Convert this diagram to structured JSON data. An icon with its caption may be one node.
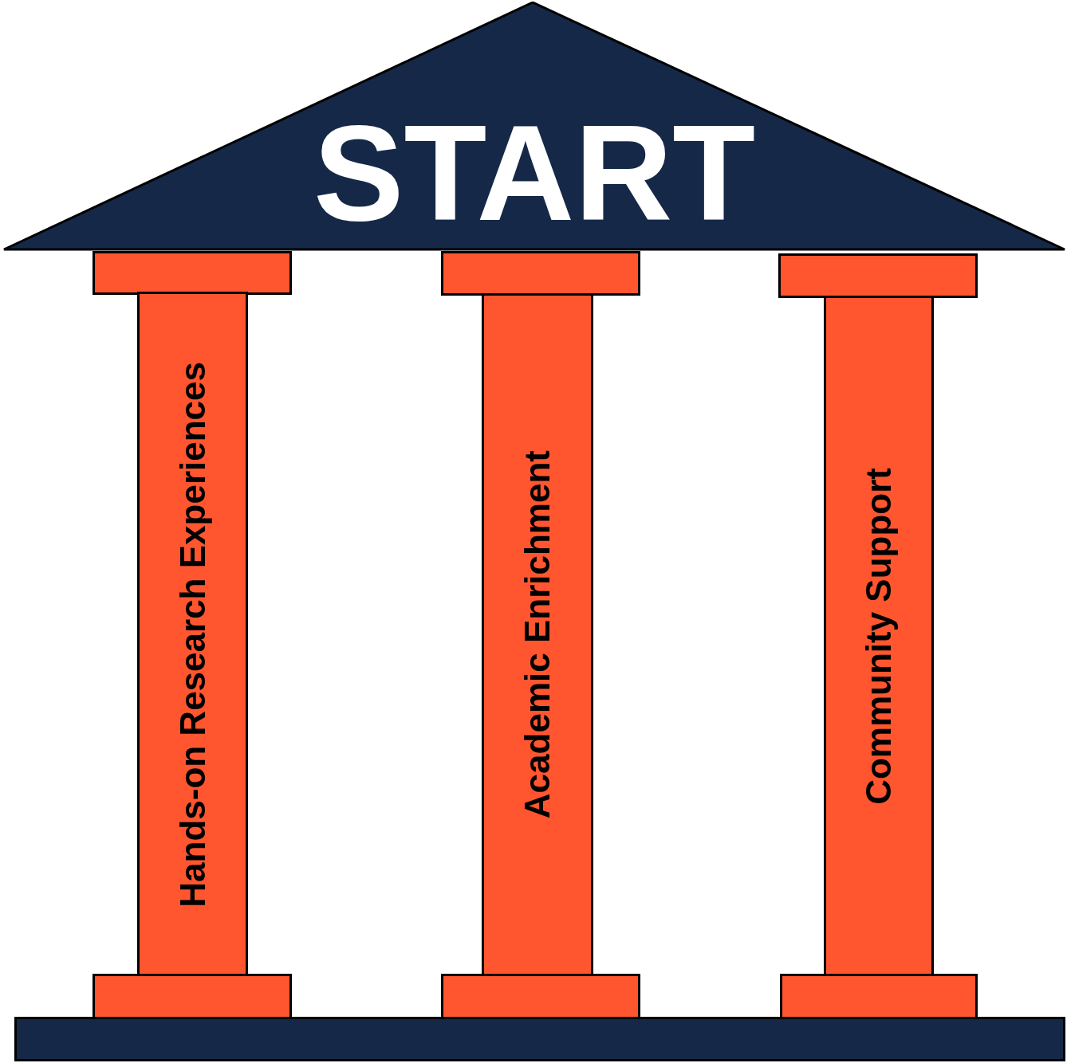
{
  "diagram": {
    "nodes": [
      {
        "text": [
          "START"
        ]
      },
      {
        "text": [],
        "shape": "bar"
      },
      {
        "text": [],
        "shape": "bar"
      },
      {
        "text": [],
        "shape": "bar"
      },
      {
        "text": [
          "Hands-on Research Experiences"
        ]
      },
      {
        "text": [
          "Academic Enrichment"
        ]
      },
      {
        "text": [
          "Community Support"
        ]
      },
      {
        "text": [],
        "shape": "bar"
      },
      {
        "text": [],
        "shape": "bar"
      },
      {
        "text": [],
        "shape": "bar"
      },
      {
        "text": [],
        "shape": "bar"
      }
    ],
    "edges": []
  }
}
